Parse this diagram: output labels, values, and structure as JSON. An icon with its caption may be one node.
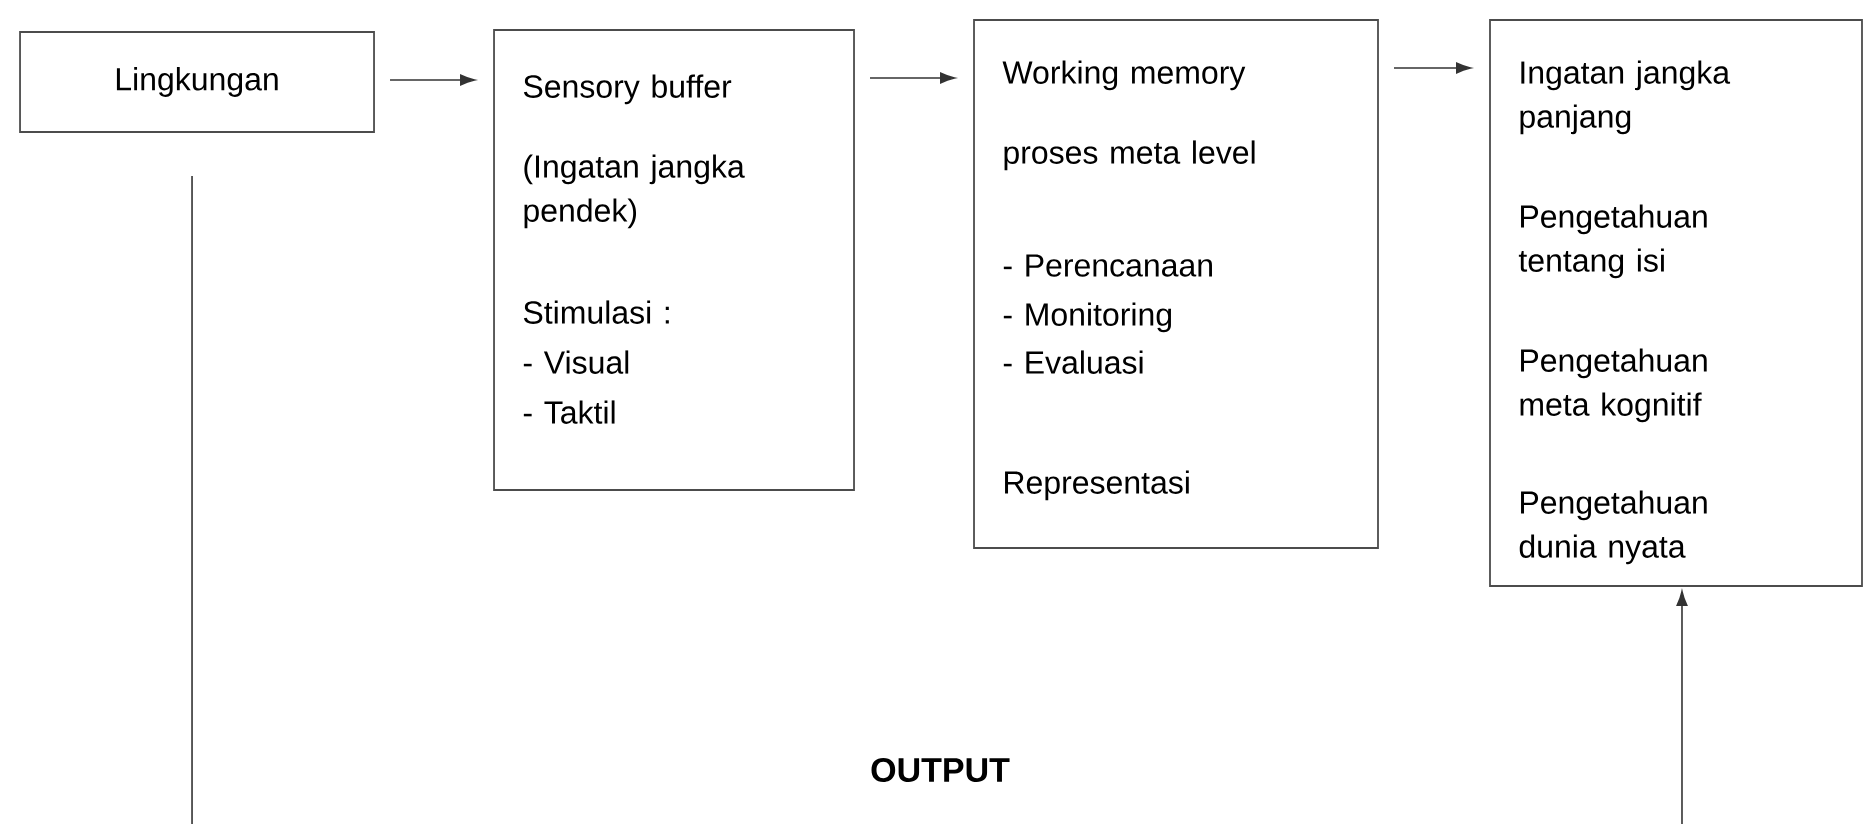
{
  "diagram": {
    "nodes": [
      {
        "text": [
          "Lingkungan"
        ]
      },
      {
        "text": [
          "Sensory buffer",
          "(Ingatan jangka pendek)",
          "Stimulasi :",
          "- Visual",
          "- Taktil"
        ]
      },
      {
        "text": [
          "Working memory",
          "proses meta level",
          "- Perencanaan",
          "- Monitoring",
          "- Evaluasi",
          "Representasi"
        ]
      },
      {
        "text": [
          "Ingatan jangka panjang",
          "Pengetahuan tentang isi",
          "Pengetahuan meta kognitif",
          "Pengetahuan dunia nyata"
        ]
      }
    ],
    "edges": [
      {
        "from": 0,
        "to": 1,
        "arrow": "to"
      },
      {
        "from": 1,
        "to": 2,
        "arrow": "to"
      },
      {
        "from": 2,
        "to": 3,
        "arrow": "to"
      },
      {
        "from": 0,
        "to": null,
        "arrow": "none"
      },
      {
        "from": null,
        "to": 3,
        "arrow": "to"
      }
    ],
    "labels": [
      "OUTPUT"
    ]
  }
}
